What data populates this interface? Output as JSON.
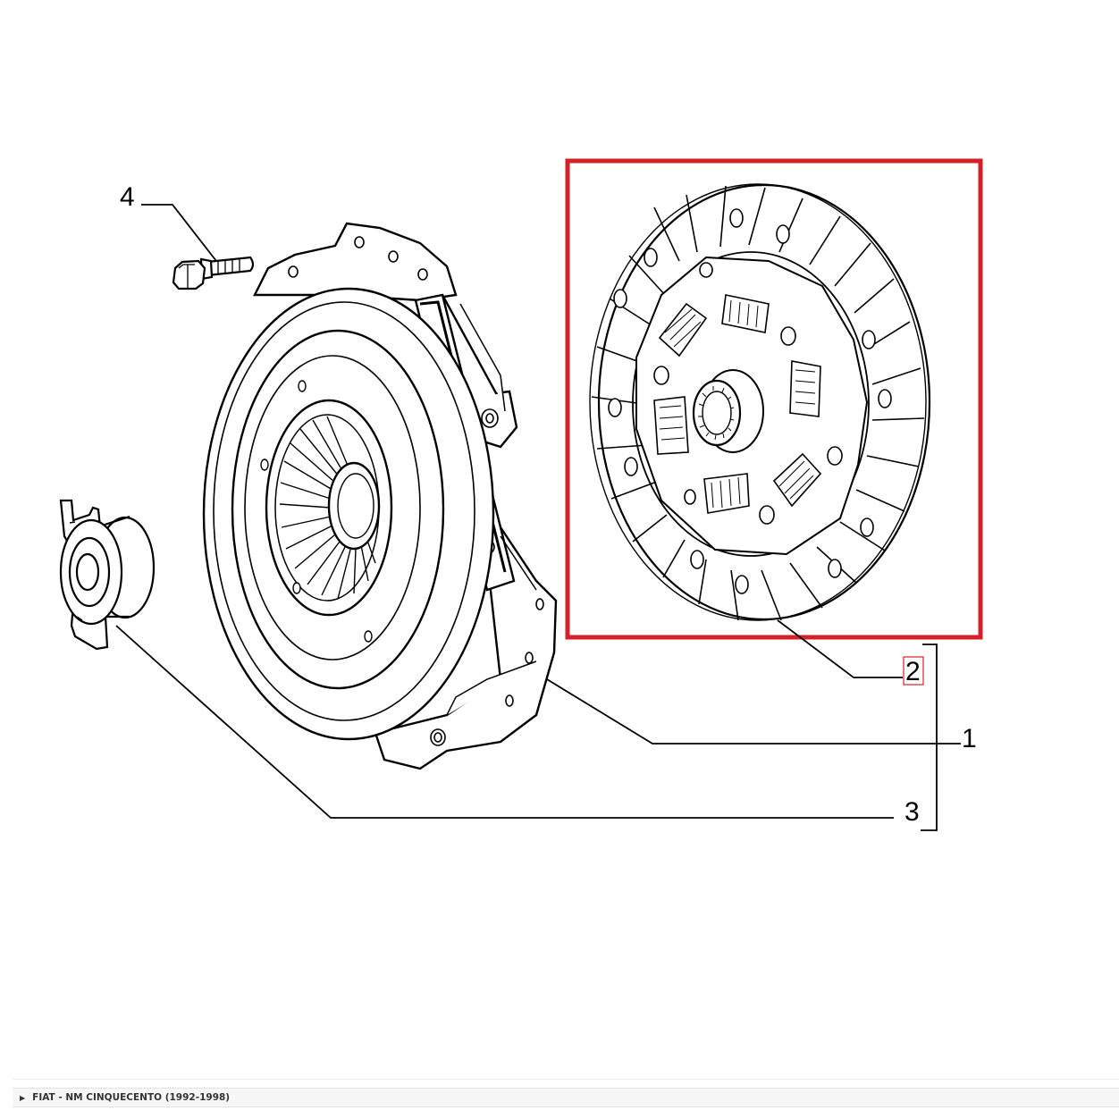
{
  "diagram": {
    "callouts": {
      "c1": "1",
      "c2": "2",
      "c3": "3",
      "c4": "4"
    },
    "highlight_color": "#d42127",
    "line_color": "#000000",
    "highlighted_part": "2"
  },
  "breadcrumb": {
    "icon": "triangle-right-icon",
    "label": "FIAT - NM CINQUECENTO (1992-1998)"
  }
}
